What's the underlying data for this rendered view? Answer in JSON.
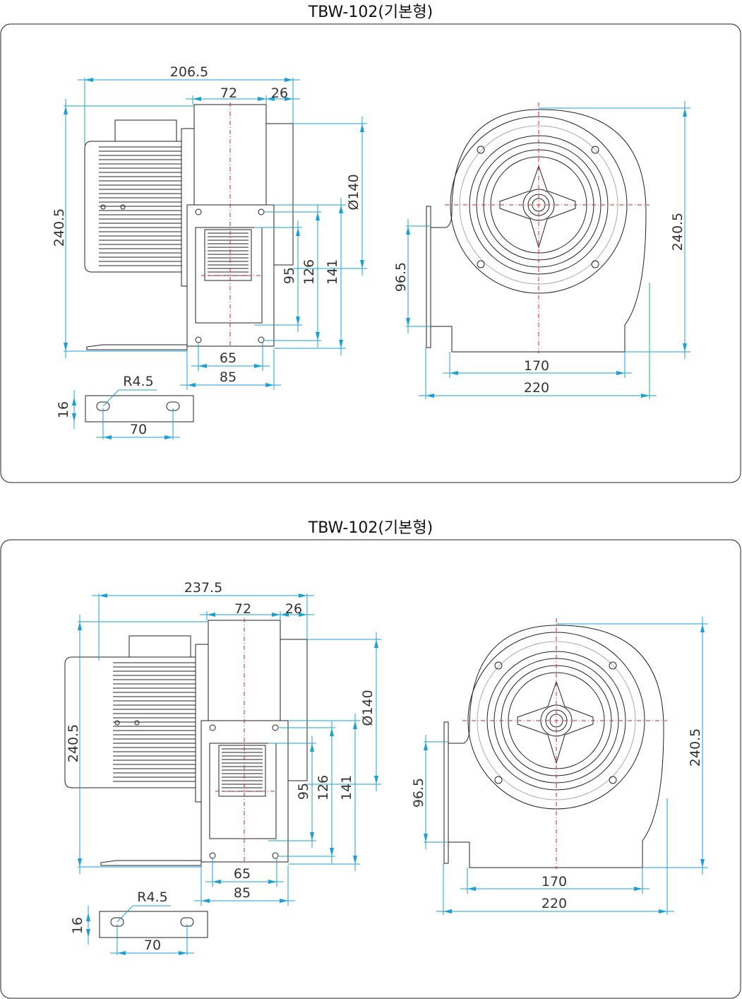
{
  "panels": [
    {
      "title": "TBW-102(기본형)",
      "side_view": {
        "overall_length": "206.5",
        "housing_width": "72",
        "outlet_depth": "26",
        "height": "240.5",
        "outlet_diameter": "Ø140",
        "outlet_95": "95",
        "outlet_126": "126",
        "outlet_141": "141",
        "hole_pitch": "65",
        "base_width": "85"
      },
      "foot_detail": {
        "radius": "R4.5",
        "width": "16",
        "hole_pitch": "70"
      },
      "front_view": {
        "height": "240.5",
        "flange_height": "96.5",
        "base_length": "170",
        "overall_length": "220"
      }
    },
    {
      "title": "TBW-102(기본형)",
      "side_view": {
        "overall_length": "237.5",
        "housing_width": "72",
        "outlet_depth": "26",
        "height": "240.5",
        "outlet_diameter": "Ø140",
        "outlet_95": "95",
        "outlet_126": "126",
        "outlet_141": "141",
        "hole_pitch": "65",
        "base_width": "85"
      },
      "foot_detail": {
        "radius": "R4.5",
        "width": "16",
        "hole_pitch": "70"
      },
      "front_view": {
        "height": "240.5",
        "flange_height": "96.5",
        "base_length": "170",
        "overall_length": "220"
      }
    }
  ]
}
